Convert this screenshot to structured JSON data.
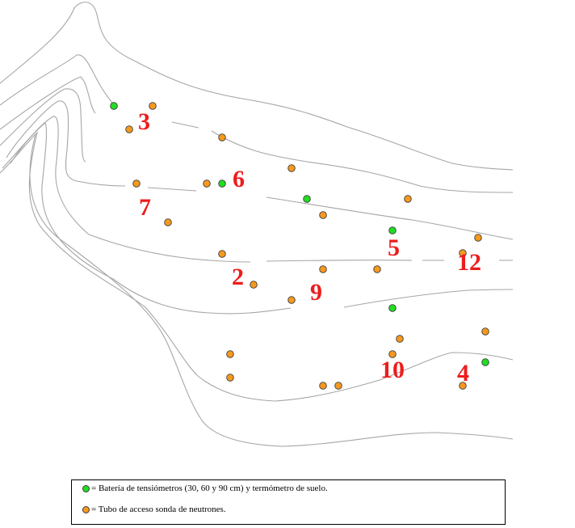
{
  "colors": {
    "tensiometer": "#22dd22",
    "neutron_tube": "#f5991f",
    "plot_label": "#ee1c1c",
    "contour": "#a6a6a6"
  },
  "plot_labels": [
    "3",
    "6",
    "7",
    "5",
    "12",
    "2",
    "9",
    "10",
    "4"
  ],
  "legend": {
    "tensiometer_text": "= Batería de tensiómetros (30, 60 y 90 cm) y termómetro de suelo.",
    "neutron_tube_text": "= Tubo de acceso sonda de neutrones."
  }
}
